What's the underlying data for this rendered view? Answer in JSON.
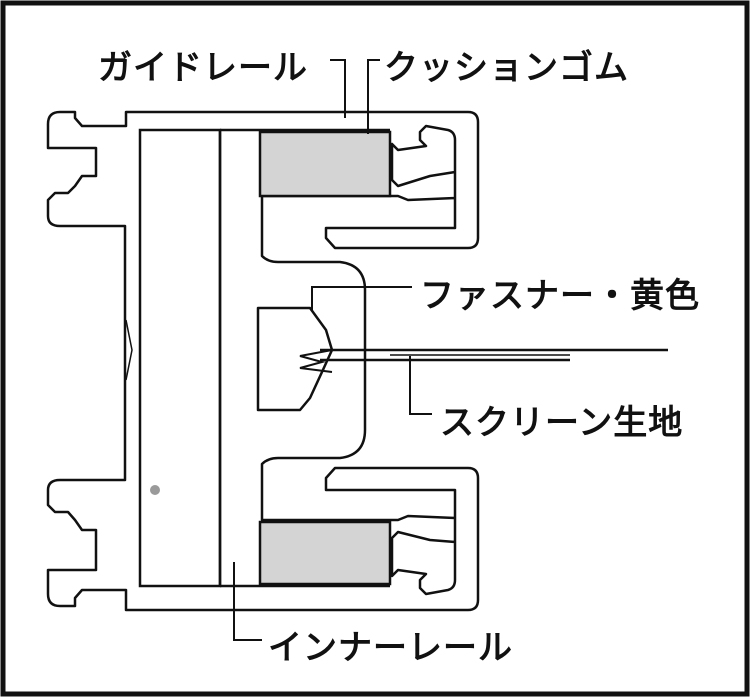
{
  "labels": {
    "guide_rail": "ガイドレール",
    "cushion_rubber": "クッションゴム",
    "fastener": "ファスナー・黄色",
    "screen_fabric": "スクリーン生地",
    "inner_rail": "インナーレール"
  },
  "colors": {
    "line": "#111111",
    "rubber_fill": "#d4d4d4",
    "background": "#ffffff"
  }
}
